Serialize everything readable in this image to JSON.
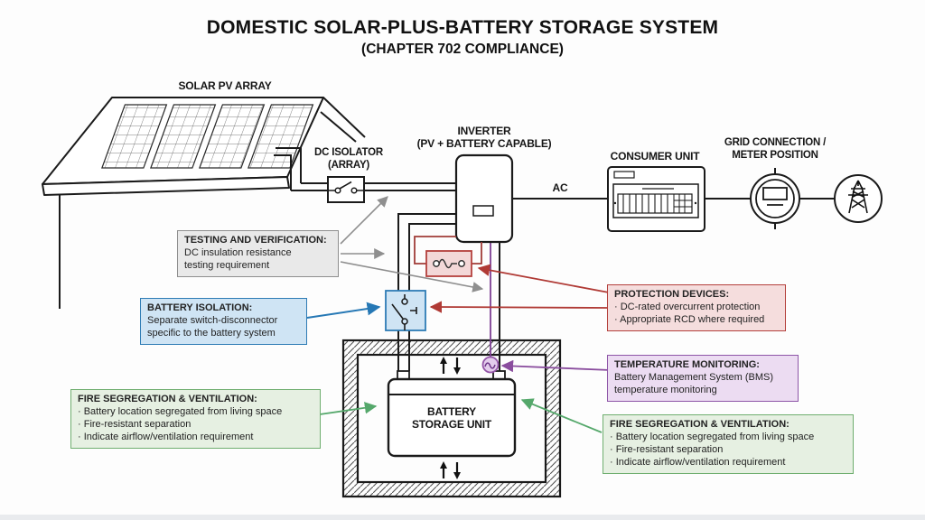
{
  "title": {
    "line1": "DOMESTIC SOLAR-PLUS-BATTERY STORAGE SYSTEM",
    "line2": "(CHAPTER 702 COMPLIANCE)"
  },
  "labels": {
    "solar_pv_array": "SOLAR PV ARRAY",
    "dc_isolator": "DC ISOLATOR",
    "dc_isolator_sub": "(ARRAY)",
    "inverter": "INVERTER",
    "inverter_sub": "(PV + BATTERY CAPABLE)",
    "ac": "AC",
    "consumer_unit": "CONSUMER UNIT",
    "grid_connection": "GRID CONNECTION /",
    "grid_connection_sub": "METER POSITION",
    "battery_unit": "BATTERY",
    "battery_unit_sub": "STORAGE UNIT"
  },
  "annotations": {
    "testing": {
      "title": "TESTING AND VERIFICATION:",
      "lines": [
        "DC insulation resistance",
        "testing requirement"
      ]
    },
    "battery_isolation": {
      "title": "BATTERY ISOLATION:",
      "lines": [
        "Separate switch-disconnector",
        "specific to the battery system"
      ]
    },
    "fire_left": {
      "title": "FIRE SEGREGATION & VENTILATION:",
      "lines": [
        "· Battery location segregated from living space",
        "· Fire-resistant separation",
        "· Indicate airflow/ventilation requirement"
      ]
    },
    "protection": {
      "title": "PROTECTION DEVICES:",
      "lines": [
        "· DC-rated overcurrent protection",
        "· Appropriate RCD where required"
      ]
    },
    "temperature": {
      "title": "TEMPERATURE MONITORING:",
      "lines": [
        "Battery Management System (BMS)",
        "temperature monitoring"
      ]
    },
    "fire_right": {
      "title": "FIRE SEGREGATION & VENTILATION:",
      "lines": [
        "· Battery location segregated from living space",
        "· Fire-resistant separation",
        "· Indicate airflow/ventilation requirement"
      ]
    }
  },
  "icons": [
    "solar-panel-icon",
    "dc-isolator-switch-icon",
    "inverter-box",
    "overcurrent-fuse-icon",
    "battery-disconnector-switch-icon",
    "temperature-sensor-icon",
    "ventilation-arrows-icon",
    "consumer-unit-icon",
    "electricity-meter-icon",
    "grid-pylon-icon"
  ],
  "colors": {
    "line": "#1a1a1a",
    "gray": "#8f8f8f",
    "gray_bg": "#e9e9e9",
    "blue": "#2e7cb5",
    "blue_bg": "#cfe4f4",
    "green": "#6fae6f",
    "green_arrow": "#55a86b",
    "green_bg": "#e6f0e2",
    "red": "#b4403c",
    "red_bg": "#f5dddd",
    "purple": "#8e56a8",
    "purple_bg": "#ecdcf2"
  }
}
